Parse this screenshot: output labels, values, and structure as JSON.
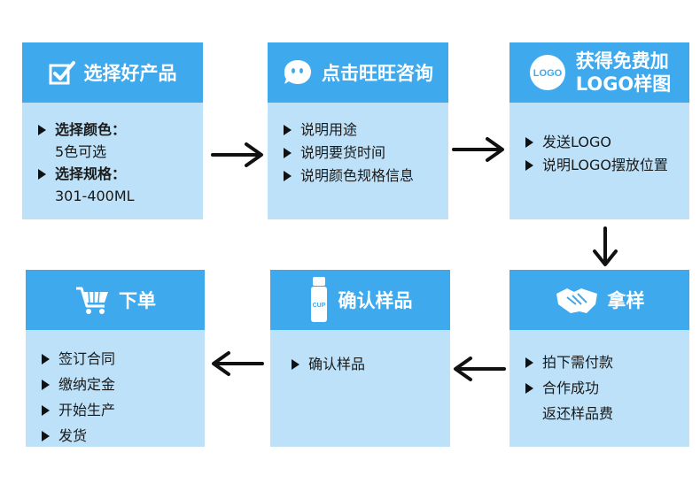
{
  "steps": [
    {
      "title": "选择好产品",
      "items": [
        {
          "label": "选择颜色：",
          "bold": true,
          "sub": "5色可选"
        },
        {
          "label": "选择规格：",
          "bold": true,
          "sub": "301-400ML"
        }
      ]
    },
    {
      "title": "点击旺旺咨询",
      "items": [
        {
          "label": "说明用途"
        },
        {
          "label": "说明要货时间"
        },
        {
          "label": "说明颜色规格信息"
        }
      ]
    },
    {
      "title_line1": "获得免费加",
      "title_line2": "LOGO样图",
      "logo_text": "LOGO",
      "items": [
        {
          "label": "发送LOGO"
        },
        {
          "label": "说明LOGO摆放位置"
        }
      ]
    },
    {
      "title": "拿样",
      "items": [
        {
          "label": "拍下需付款"
        },
        {
          "label": "合作成功",
          "sub": "返还样品费"
        }
      ]
    },
    {
      "title": "确认样品",
      "cup_text": "CUP",
      "items": [
        {
          "label": "确认样品"
        }
      ]
    },
    {
      "title": "下单",
      "items": [
        {
          "label": "签订合同"
        },
        {
          "label": "缴纳定金"
        },
        {
          "label": "开始生产"
        },
        {
          "label": "发货"
        }
      ]
    }
  ],
  "colors": {
    "header": "#3fa9ee",
    "body": "#bde1f8",
    "arrow": "#111111"
  }
}
